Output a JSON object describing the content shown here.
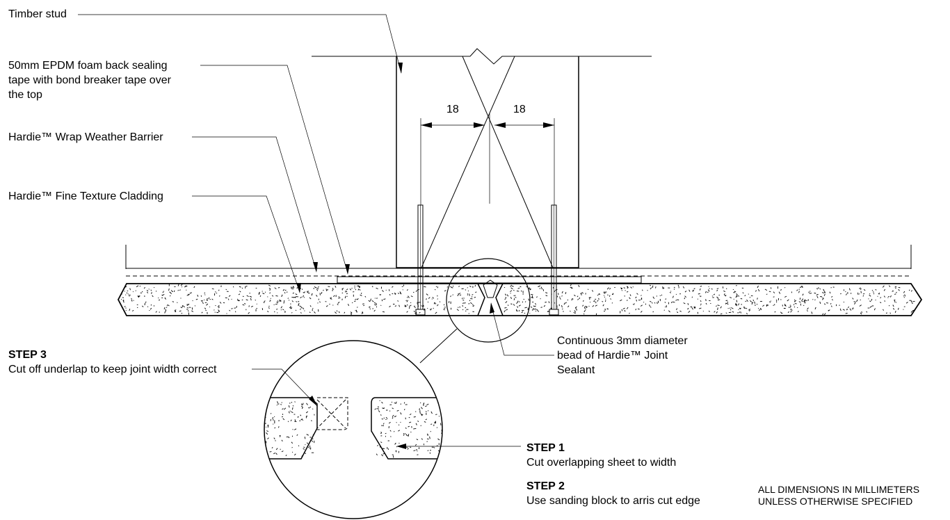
{
  "labels": {
    "timber_stud": "Timber stud",
    "epdm_tape": [
      "50mm EPDM foam back sealing",
      "tape with bond breaker tape over",
      "the top"
    ],
    "wrap_barrier": "Hardie™ Wrap Weather Barrier",
    "cladding": "Hardie™ Fine Texture Cladding",
    "sealant": [
      "Continuous 3mm diameter",
      "bead of Hardie™ Joint",
      "Sealant"
    ]
  },
  "dimensions": {
    "left": "18",
    "right": "18"
  },
  "steps": [
    {
      "title": "STEP 3",
      "text": "Cut off underlap to keep joint width correct"
    },
    {
      "title": "STEP 1",
      "text": "Cut overlapping sheet to width"
    },
    {
      "title": "STEP 2",
      "text": "Use sanding block to arris cut edge"
    }
  ],
  "note": [
    "ALL DIMENSIONS IN MILLIMETERS",
    "UNLESS OTHERWISE SPECIFIED"
  ]
}
